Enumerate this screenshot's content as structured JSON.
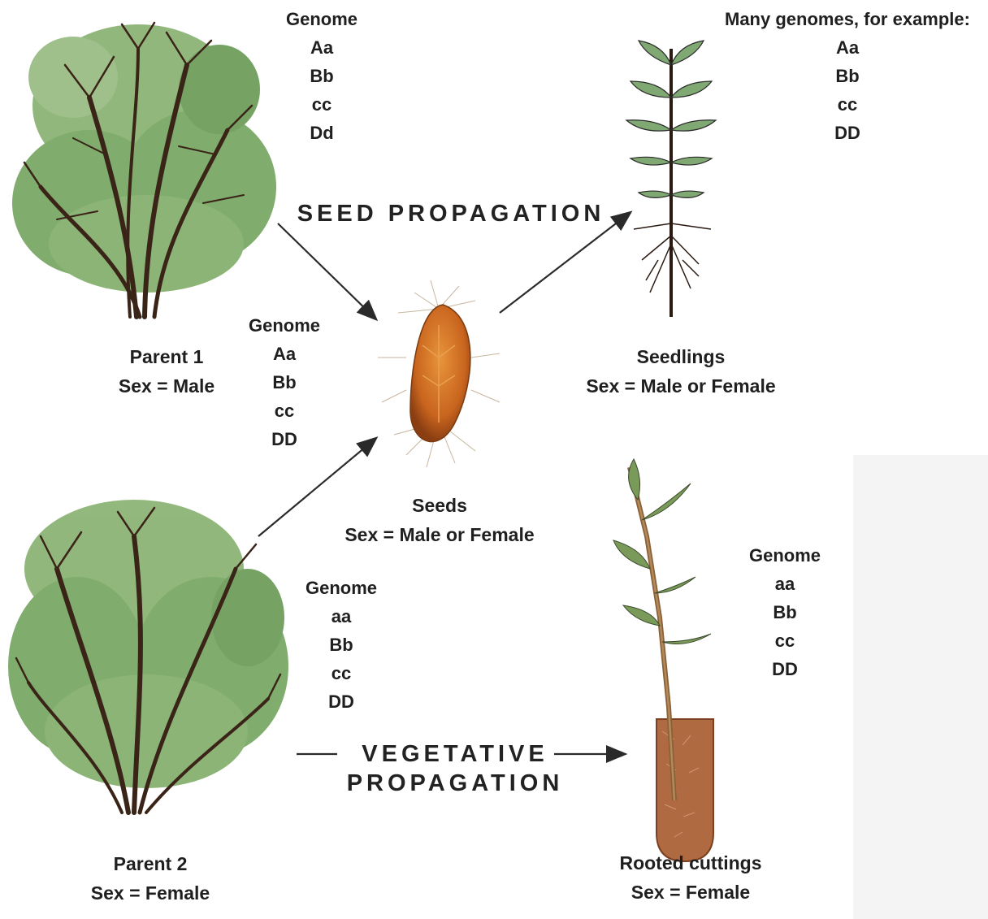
{
  "processes": {
    "seed": "SEED PROPAGATION",
    "vegetative_line1": "VEGETATIVE",
    "vegetative_line2": "PROPAGATION"
  },
  "parent1": {
    "genome_title": "Genome",
    "genes": [
      "Aa",
      "Bb",
      "cc",
      "Dd"
    ],
    "name": "Parent 1",
    "sex": "Sex = Male"
  },
  "parent2": {
    "genome_title": "Genome",
    "genes": [
      "aa",
      "Bb",
      "cc",
      "DD"
    ],
    "name": "Parent 2",
    "sex": "Sex = Female"
  },
  "seeds": {
    "genome_title": "Genome",
    "genes": [
      "Aa",
      "Bb",
      "cc",
      "DD"
    ],
    "name": "Seeds",
    "sex": "Sex = Male or Female"
  },
  "seedlings": {
    "genome_title": "Many genomes, for example:",
    "genes": [
      "Aa",
      "Bb",
      "cc",
      "DD"
    ],
    "name": "Seedlings",
    "sex": "Sex = Male or Female"
  },
  "cuttings": {
    "genome_title": "Genome",
    "genes": [
      "aa",
      "Bb",
      "cc",
      "DD"
    ],
    "name": "Rooted cuttings",
    "sex": "Sex = Female"
  },
  "colors": {
    "foliage": "#6f9f5c",
    "foliage_light": "#a9c88f",
    "branch": "#3a2418",
    "seed": "#c8641e",
    "soil": "#b06a42",
    "arrow": "#2a2a2a"
  }
}
